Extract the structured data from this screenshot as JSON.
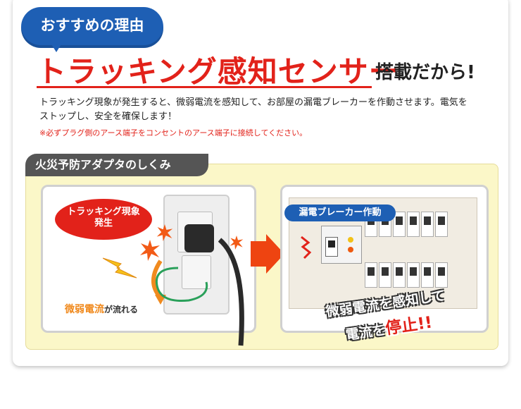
{
  "header": {
    "badge": "おすすめの理由",
    "headline": "トラッキング感知センサー",
    "headline_suffix": "搭載だから!",
    "description": "トラッキング現象が発生すると、微弱電流を感知して、お部屋の漏電ブレーカーを作動させます。電気をストップし、安全を確保します！",
    "note": "※必ずプラグ側のアース端子をコンセントのアース端子に接続してください。"
  },
  "section": {
    "title": "火災予防アダプタのしくみ"
  },
  "left_panel": {
    "bubble_line1": "トラッキング現象",
    "bubble_line2": "発生",
    "weak_current": "微弱電流",
    "weak_current_suffix": "が流れる"
  },
  "right_panel": {
    "label": "漏電ブレーカー作動",
    "line1": "微弱電流を感知して",
    "line2_a": "電流を",
    "line2_b": "停止!!"
  },
  "colors": {
    "accent_red": "#e2221a",
    "accent_blue": "#1e5fb4",
    "accent_orange": "#f08a1e",
    "panel_yellow": "#fbf7c8"
  }
}
